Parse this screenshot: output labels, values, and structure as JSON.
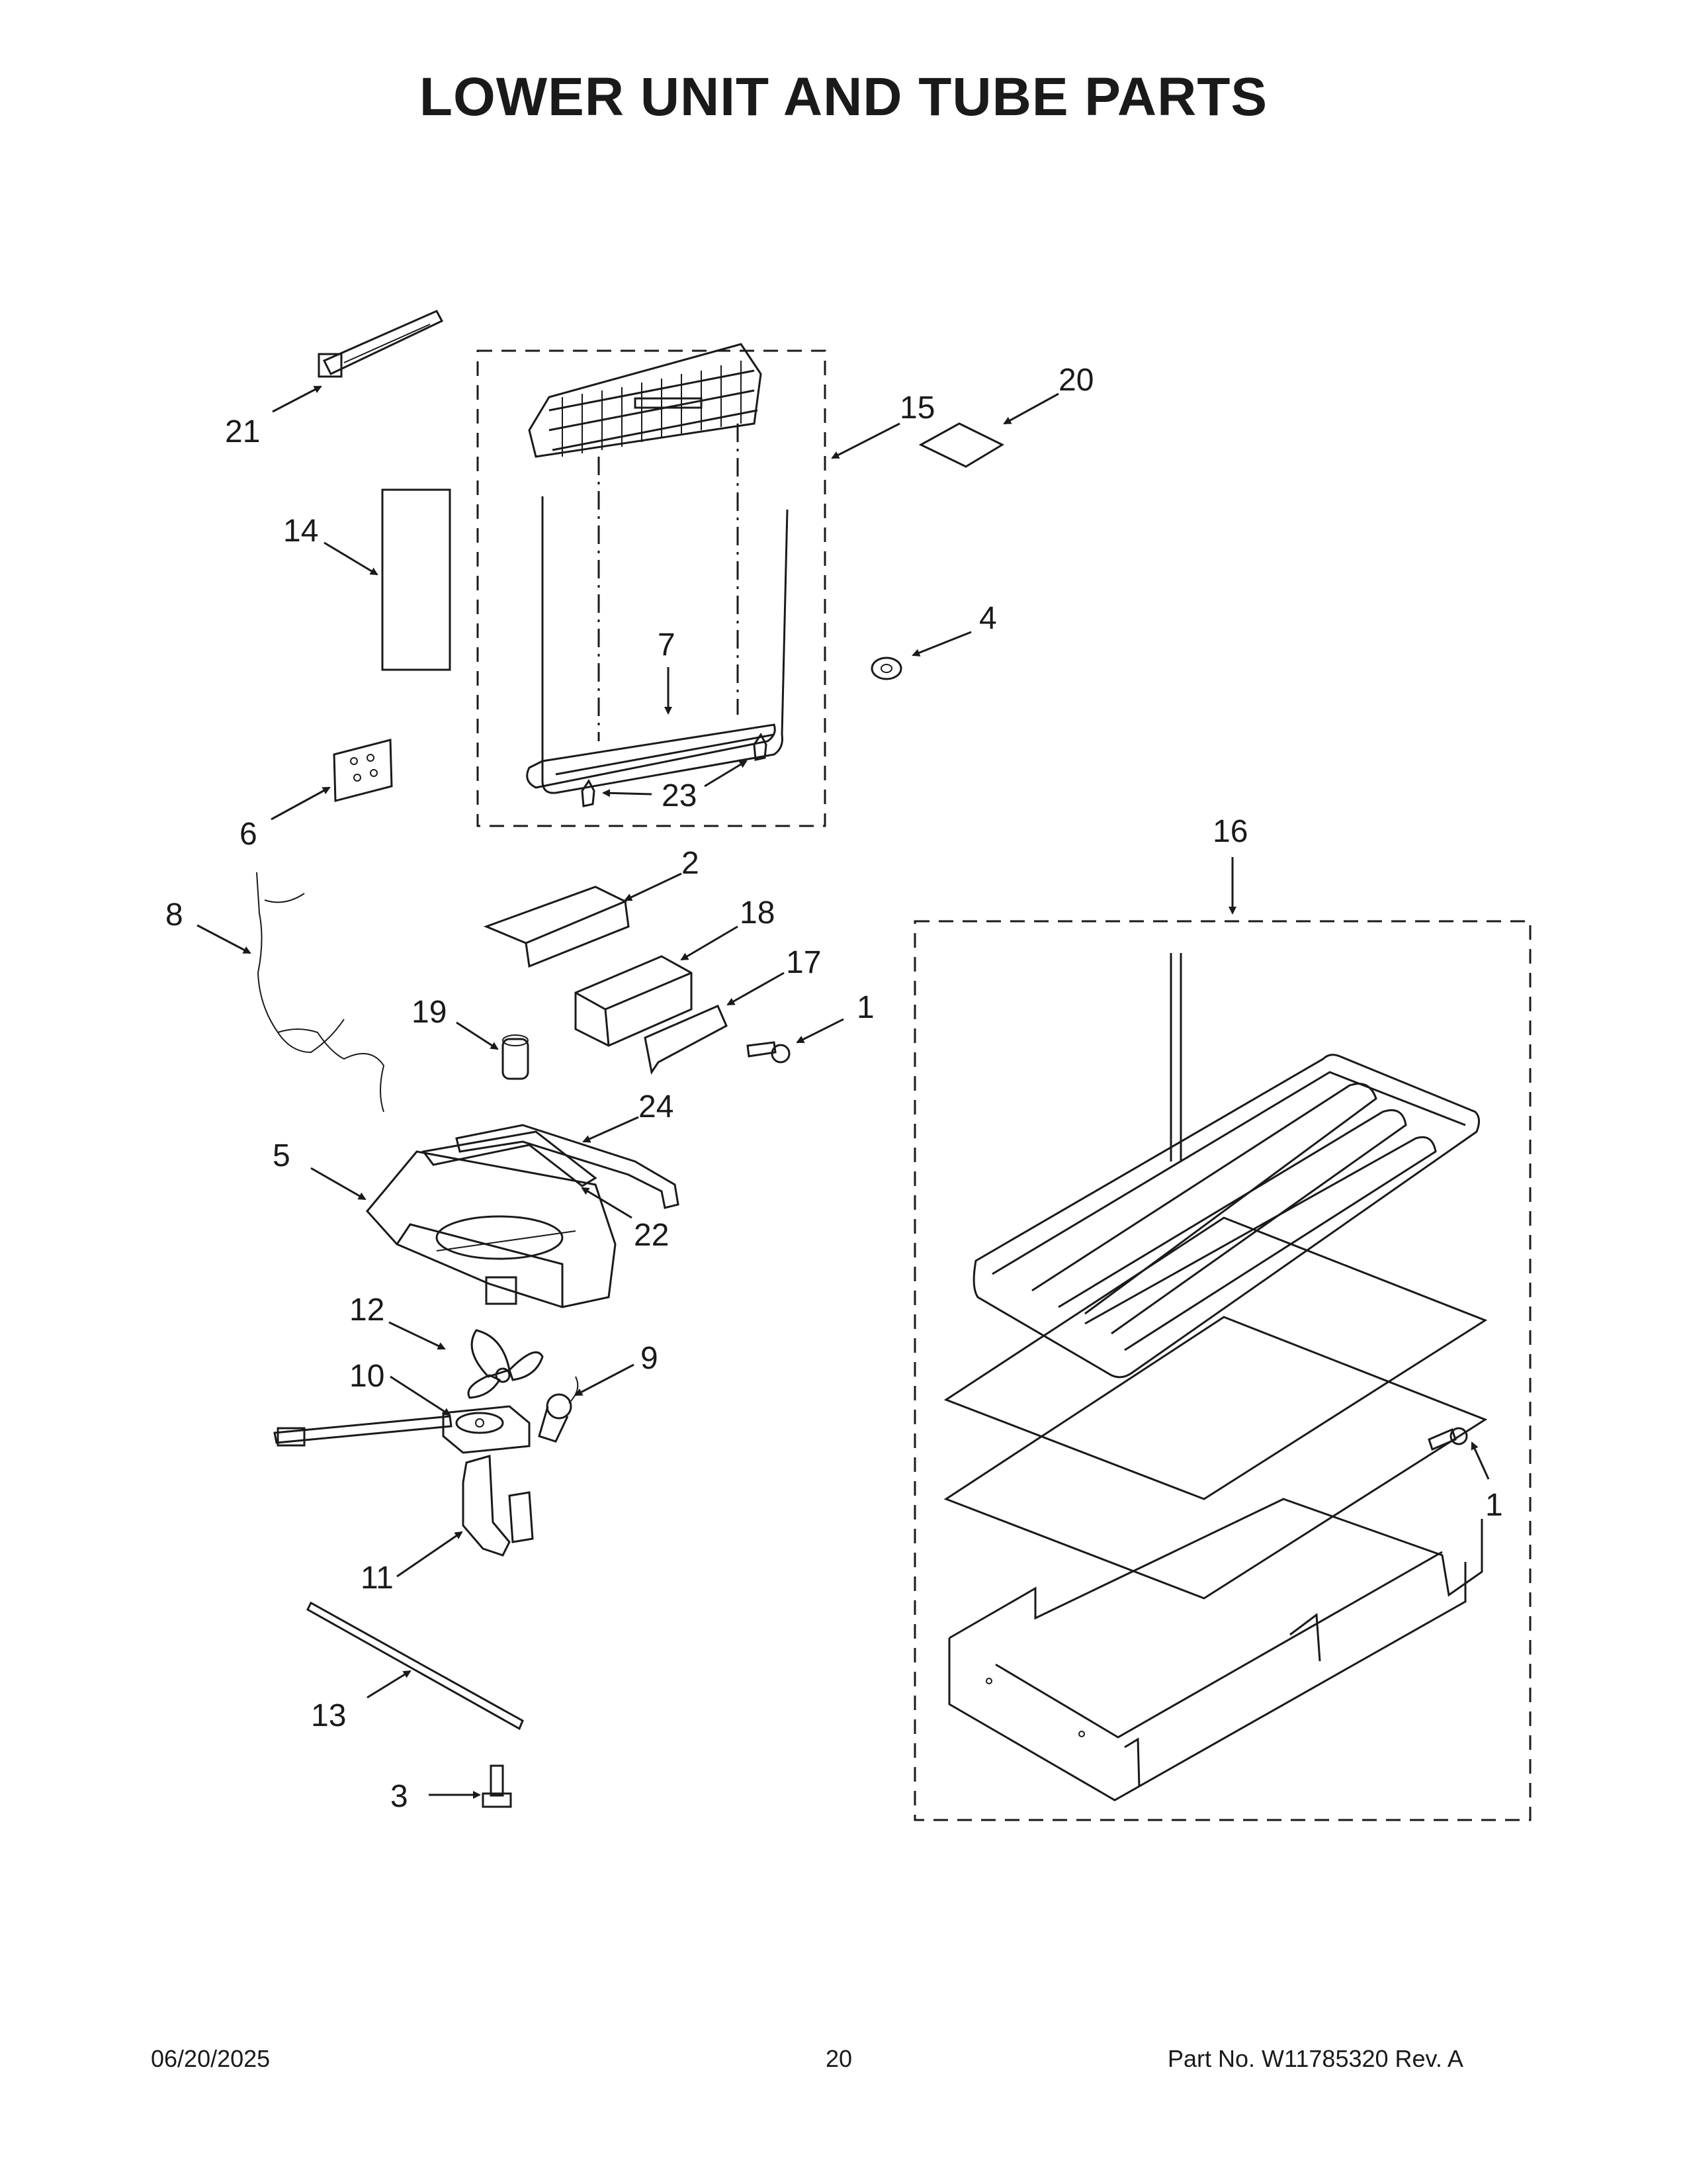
{
  "title": "LOWER UNIT AND TUBE PARTS",
  "callouts": {
    "c1a": "1",
    "c1b": "1",
    "c2": "2",
    "c3": "3",
    "c4": "4",
    "c5": "5",
    "c6": "6",
    "c7": "7",
    "c8": "8",
    "c9": "9",
    "c10": "10",
    "c11": "11",
    "c12": "12",
    "c13": "13",
    "c14": "14",
    "c15": "15",
    "c16": "16",
    "c17": "17",
    "c18": "18",
    "c19": "19",
    "c20": "20",
    "c21": "21",
    "c22": "22",
    "c23": "23",
    "c24": "24"
  },
  "footer": {
    "date": "06/20/2025",
    "page": "20",
    "part_no": "Part No.  W11785320  Rev.  A"
  }
}
